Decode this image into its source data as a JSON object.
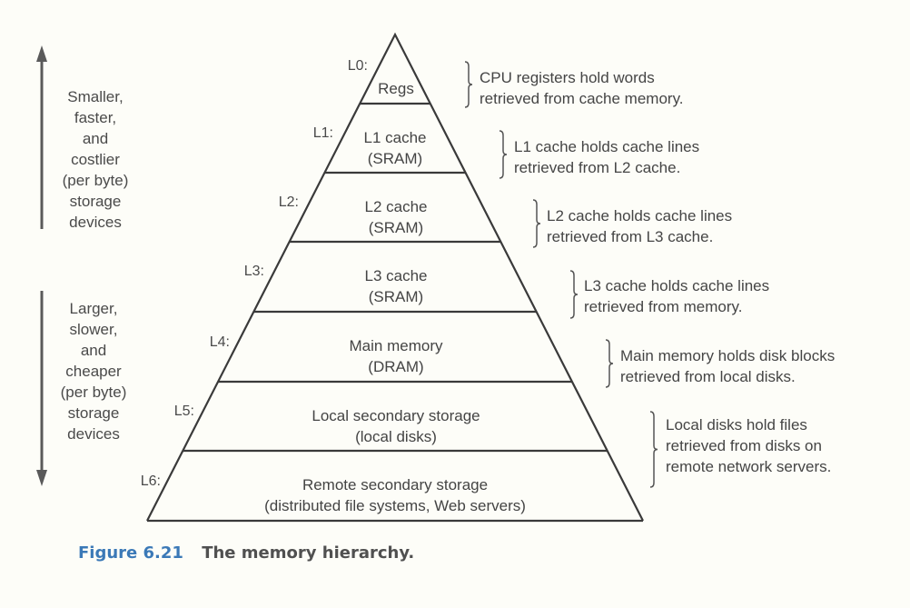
{
  "left_annotations": {
    "top": [
      "Smaller,",
      "faster,",
      "and",
      "costlier",
      "(per byte)",
      "storage",
      "devices"
    ],
    "bottom": [
      "Larger,",
      "slower,",
      "and",
      "cheaper",
      "(per byte)",
      "storage",
      "devices"
    ]
  },
  "levels": [
    {
      "label": "L0:",
      "lines": [
        "Regs"
      ],
      "desc": [
        "CPU registers hold words",
        "retrieved from cache memory."
      ]
    },
    {
      "label": "L1:",
      "lines": [
        "L1 cache",
        "(SRAM)"
      ],
      "desc": [
        "L1 cache holds cache lines",
        "retrieved from L2 cache."
      ]
    },
    {
      "label": "L2:",
      "lines": [
        "L2 cache",
        "(SRAM)"
      ],
      "desc": [
        "L2 cache holds cache lines",
        "retrieved from L3 cache."
      ]
    },
    {
      "label": "L3:",
      "lines": [
        "L3 cache",
        "(SRAM)"
      ],
      "desc": [
        "L3 cache holds cache lines",
        "retrieved from memory."
      ]
    },
    {
      "label": "L4:",
      "lines": [
        "Main memory",
        "(DRAM)"
      ],
      "desc": [
        "Main memory holds disk blocks",
        "retrieved from local disks."
      ]
    },
    {
      "label": "L5:",
      "lines": [
        "Local secondary storage",
        "(local disks)"
      ],
      "desc": [
        "Local disks hold files",
        "retrieved from disks on",
        "remote network servers."
      ]
    },
    {
      "label": "L6:",
      "lines": [
        "Remote secondary storage",
        "(distributed file systems, Web servers)"
      ],
      "desc": []
    }
  ],
  "caption": {
    "number": "Figure 6.21",
    "title": "The memory hierarchy."
  },
  "colors": {
    "caption_number": "#3b79b7",
    "line": "#3a3a3a",
    "background": "#fdfdf8"
  }
}
